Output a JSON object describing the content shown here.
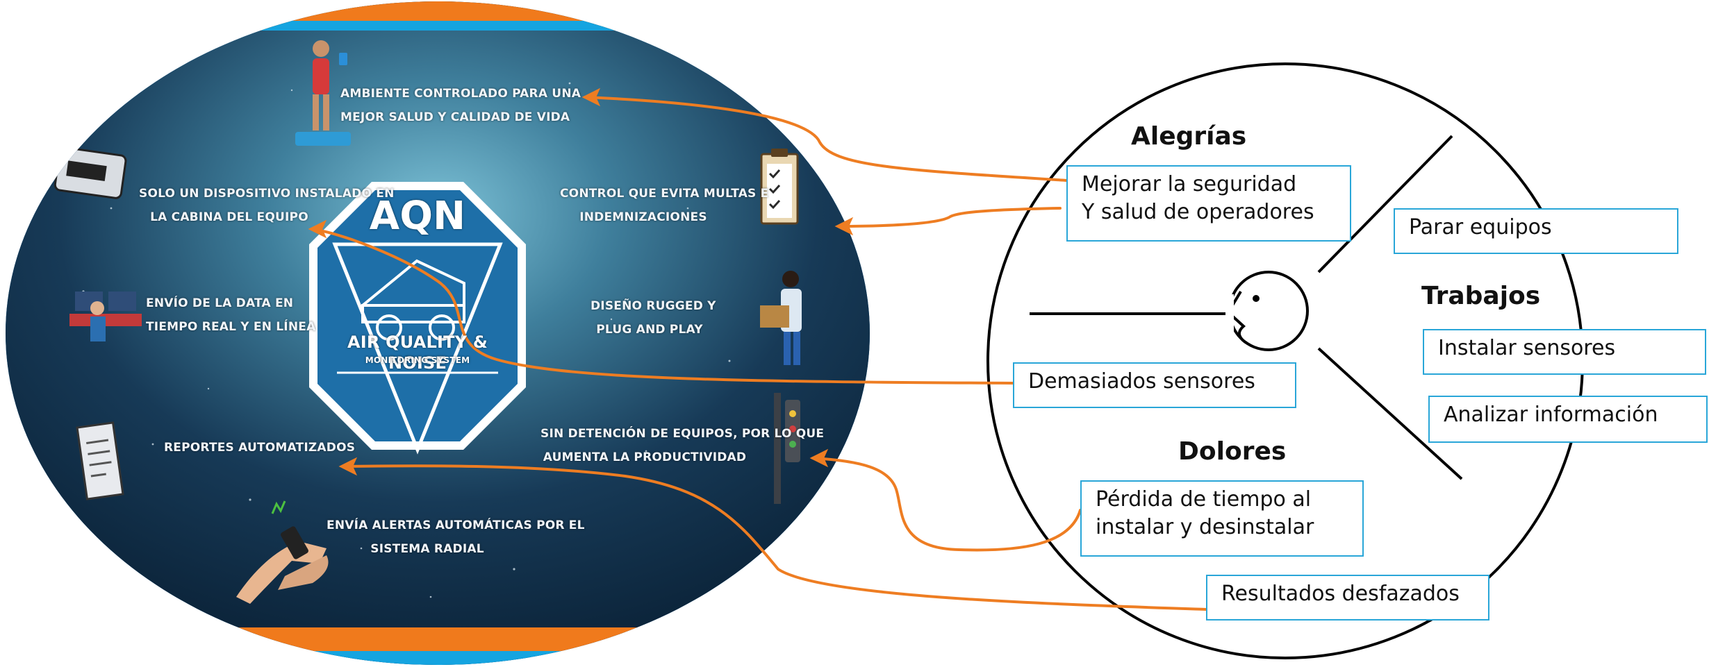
{
  "poster": {
    "logo": {
      "title": "AQN",
      "subtitle": "AIR QUALITY & NOISE",
      "caption": "MONITORING SYSTEM"
    },
    "features": [
      {
        "id": "ambiente",
        "lines": [
          "AMBIENTE CONTROLADO PARA UNA",
          "MEJOR SALUD Y CALIDAD DE VIDA"
        ]
      },
      {
        "id": "dispositivo",
        "lines": [
          "SOLO UN DISPOSITIVO INSTALADO EN",
          "LA CABINA DEL EQUIPO"
        ]
      },
      {
        "id": "control",
        "lines": [
          "CONTROL QUE EVITA MULTAS E",
          "INDEMNIZACIONES"
        ]
      },
      {
        "id": "envio",
        "lines": [
          "ENVÍO DE LA DATA EN",
          "TIEMPO REAL Y EN LÍNEA"
        ]
      },
      {
        "id": "diseno",
        "lines": [
          "DISEÑO RUGGED Y",
          "PLUG AND PLAY"
        ]
      },
      {
        "id": "detencion",
        "lines": [
          "SIN DETENCIÓN DE EQUIPOS, POR LO QUE",
          "AUMENTA LA PRODUCTIVIDAD"
        ]
      },
      {
        "id": "reportes",
        "lines": [
          "REPORTES AUTOMATIZADOS"
        ]
      },
      {
        "id": "alertas",
        "lines": [
          "ENVÍA ALERTAS AUTOMÁTICAS POR EL",
          "SISTEMA RADIAL"
        ]
      }
    ]
  },
  "profile": {
    "headings": {
      "gains": "Alegrías",
      "jobs": "Trabajos",
      "pains": "Dolores"
    },
    "gains": [
      {
        "lines": [
          "Mejorar la seguridad",
          "Y salud de operadores"
        ]
      }
    ],
    "jobs": [
      {
        "lines": [
          "Parar equipos"
        ]
      },
      {
        "lines": [
          "Instalar sensores"
        ]
      },
      {
        "lines": [
          "Analizar información"
        ]
      }
    ],
    "pains": [
      {
        "lines": [
          "Demasiados sensores"
        ]
      },
      {
        "lines": [
          "Pérdida de tiempo al",
          "instalar y desinstalar"
        ]
      },
      {
        "lines": [
          "Resultados desfazados"
        ]
      }
    ]
  },
  "colors": {
    "connector": "#ee7d22",
    "box_border": "#29a6d8",
    "poster_dark": "#0e2c45",
    "poster_light": "#6fb7cf",
    "logo_blue": "#1e6fa8",
    "band_orange": "#f07a1c"
  }
}
